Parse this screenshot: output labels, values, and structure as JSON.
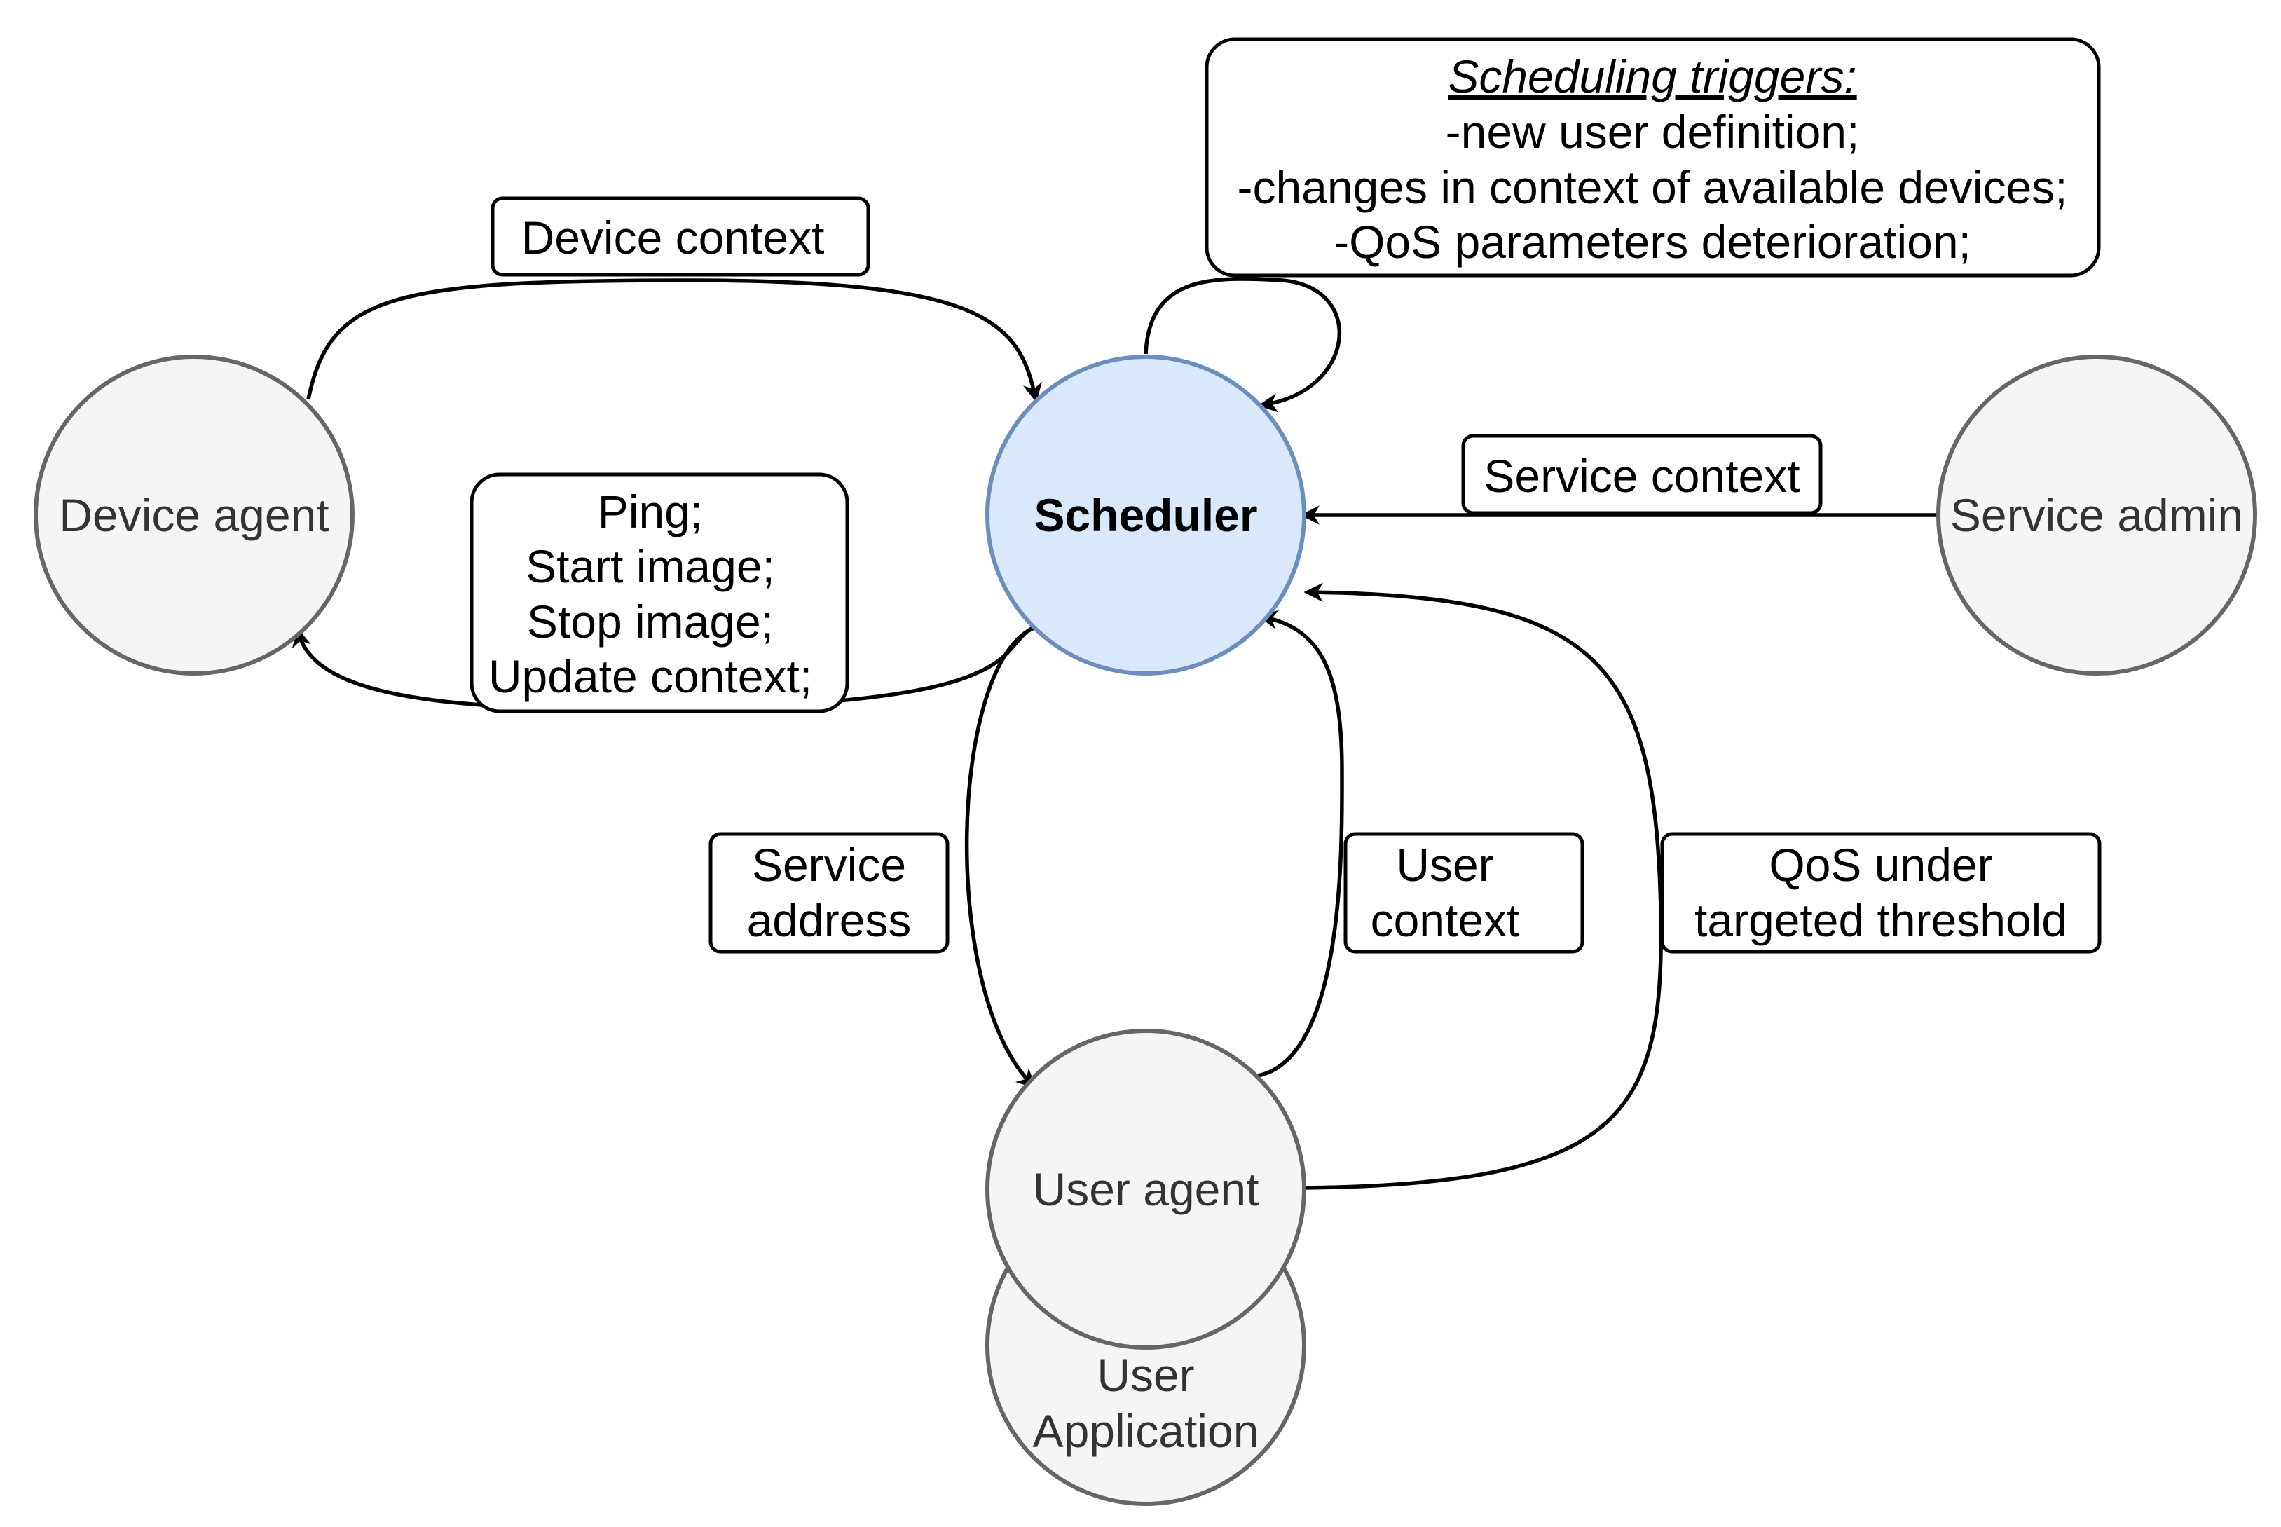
{
  "colors": {
    "scheduler_fill": "#dae8fc",
    "scheduler_stroke": "#6c8ebf",
    "node_fill": "#f5f5f5",
    "node_stroke": "#666666",
    "edge": "#000000"
  },
  "nodes": {
    "device_agent": "Device agent",
    "scheduler": "Scheduler",
    "service_admin": "Service admin",
    "user_agent": "User agent",
    "user_application": [
      "User",
      "Application"
    ]
  },
  "edges": {
    "device_context": "Device context",
    "commands": [
      "Ping;",
      "Start image;",
      "Stop image;",
      "Update context;"
    ],
    "service_context": "Service context",
    "service_address": [
      "Service",
      "address"
    ],
    "user_context": [
      "User",
      "context"
    ],
    "qos": [
      "QoS under",
      "targeted threshold"
    ]
  },
  "triggers": {
    "title": "Scheduling triggers:",
    "items": [
      "-new user definition;",
      "-changes in context of available devices;",
      "-QoS parameters deterioration;"
    ]
  }
}
